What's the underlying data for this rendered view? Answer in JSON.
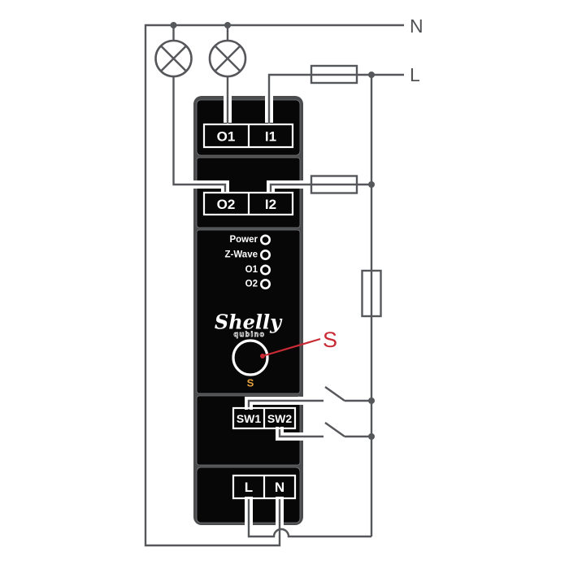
{
  "colors": {
    "wire": "#56575a",
    "red": "#c92b35",
    "amber": "#e6a23c",
    "device_black": "#070707",
    "frame_gray": "#4b4c4e",
    "white": "#ffffff"
  },
  "power_labels": {
    "neutral": "N",
    "live": "L"
  },
  "device": {
    "brand": "Shelly",
    "sub_brand": "qubino",
    "button_label": "S",
    "terminals": {
      "o1": "O1",
      "i1": "I1",
      "o2": "O2",
      "i2": "I2",
      "sw1": "SW1",
      "sw2": "SW2",
      "l": "L",
      "n": "N"
    },
    "leds": [
      "Power",
      "Z-Wave",
      "O1",
      "O2"
    ]
  },
  "annotation": {
    "label": "S"
  }
}
